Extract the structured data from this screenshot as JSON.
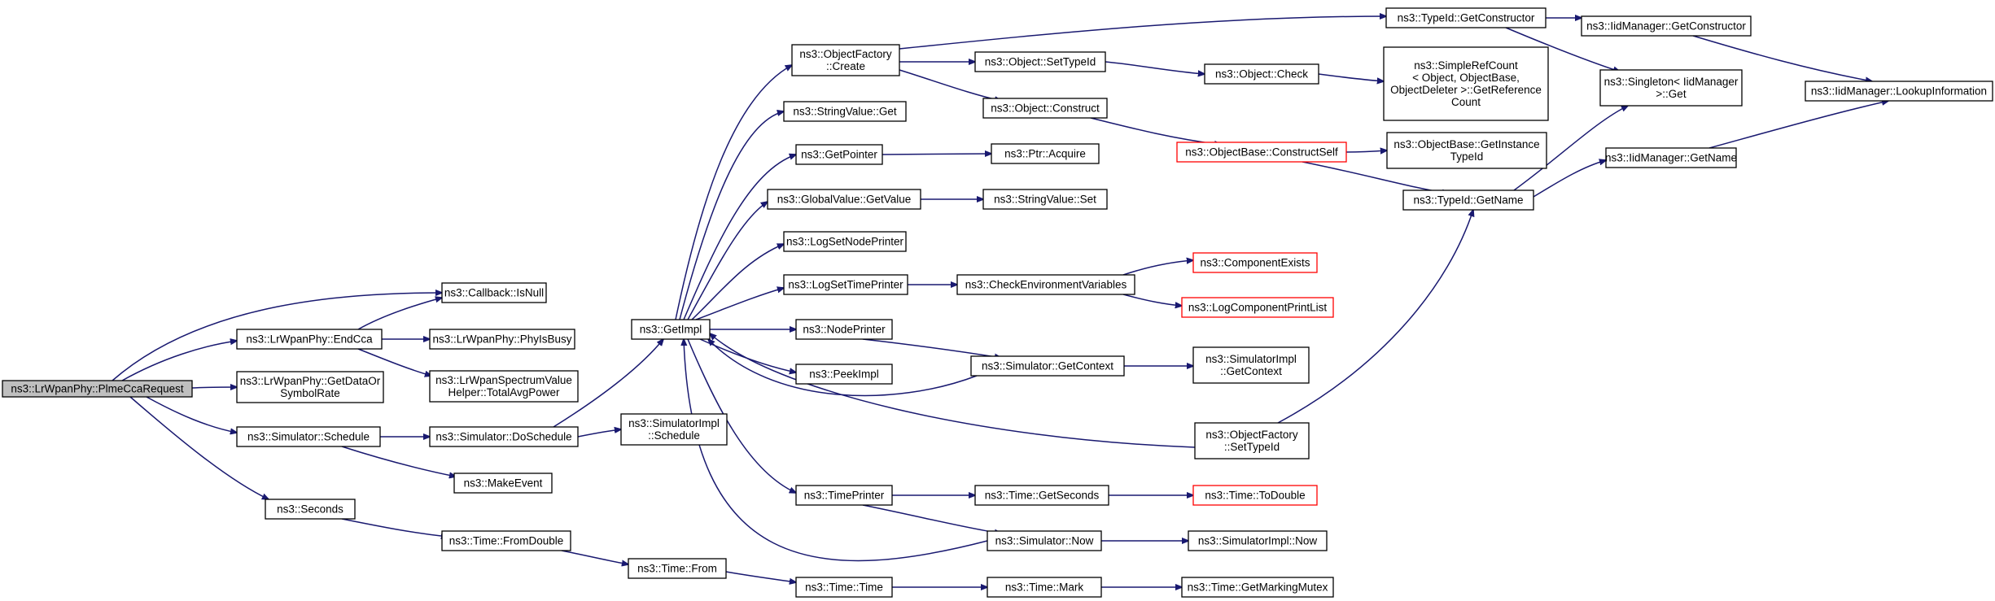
{
  "diagram": {
    "type": "call-graph",
    "colors": {
      "edge": "#191970",
      "root_fill": "#bfbfbf",
      "border": "#000000",
      "truncated_border": "#ff0000"
    },
    "nodes": [
      {
        "id": "n_root",
        "lines": [
          "ns3::LrWpanPhy::PlmeCcaRequest"
        ],
        "style": "root"
      },
      {
        "id": "n_isnull",
        "lines": [
          "ns3::Callback::IsNull"
        ]
      },
      {
        "id": "n_endcca",
        "lines": [
          "ns3::LrWpanPhy::EndCca"
        ]
      },
      {
        "id": "n_getdata",
        "lines": [
          "ns3::LrWpanPhy::GetDataOr",
          "SymbolRate"
        ]
      },
      {
        "id": "n_schedule",
        "lines": [
          "ns3::Simulator::Schedule"
        ]
      },
      {
        "id": "n_seconds",
        "lines": [
          "ns3::Seconds"
        ]
      },
      {
        "id": "n_phyisbusy",
        "lines": [
          "ns3::LrWpanPhy::PhyIsBusy"
        ]
      },
      {
        "id": "n_totalavg",
        "lines": [
          "ns3::LrWpanSpectrumValue",
          "Helper::TotalAvgPower"
        ]
      },
      {
        "id": "n_doschedule",
        "lines": [
          "ns3::Simulator::DoSchedule"
        ]
      },
      {
        "id": "n_makeevent",
        "lines": [
          "ns3::MakeEvent"
        ]
      },
      {
        "id": "n_fromdouble",
        "lines": [
          "ns3::Time::FromDouble"
        ]
      },
      {
        "id": "n_getimpl",
        "lines": [
          "ns3::GetImpl"
        ]
      },
      {
        "id": "n_simimplsched",
        "lines": [
          "ns3::SimulatorImpl",
          "::Schedule"
        ]
      },
      {
        "id": "n_from",
        "lines": [
          "ns3::Time::From"
        ]
      },
      {
        "id": "n_objfactcreate",
        "lines": [
          "ns3::ObjectFactory",
          "::Create"
        ]
      },
      {
        "id": "n_stringget",
        "lines": [
          "ns3::StringValue::Get"
        ]
      },
      {
        "id": "n_getpointer",
        "lines": [
          "ns3::GetPointer"
        ]
      },
      {
        "id": "n_globalget",
        "lines": [
          "ns3::GlobalValue::GetValue"
        ]
      },
      {
        "id": "n_lognode",
        "lines": [
          "ns3::LogSetNodePrinter"
        ]
      },
      {
        "id": "n_logtime",
        "lines": [
          "ns3::LogSetTimePrinter"
        ]
      },
      {
        "id": "n_nodeprinter",
        "lines": [
          "ns3::NodePrinter"
        ]
      },
      {
        "id": "n_peekimpl",
        "lines": [
          "ns3::PeekImpl"
        ]
      },
      {
        "id": "n_timeprinter",
        "lines": [
          "ns3::TimePrinter"
        ]
      },
      {
        "id": "n_timetime",
        "lines": [
          "ns3::Time::Time"
        ]
      },
      {
        "id": "n_settypeid",
        "lines": [
          "ns3::Object::SetTypeId"
        ]
      },
      {
        "id": "n_construct",
        "lines": [
          "ns3::Object::Construct"
        ]
      },
      {
        "id": "n_ptracquire",
        "lines": [
          "ns3::Ptr::Acquire"
        ]
      },
      {
        "id": "n_stringset",
        "lines": [
          "ns3::StringValue::Set"
        ]
      },
      {
        "id": "n_checkenv",
        "lines": [
          "ns3::CheckEnvironmentVariables"
        ]
      },
      {
        "id": "n_getcontext",
        "lines": [
          "ns3::Simulator::GetContext"
        ]
      },
      {
        "id": "n_getseconds",
        "lines": [
          "ns3::Time::GetSeconds"
        ]
      },
      {
        "id": "n_simnow",
        "lines": [
          "ns3::Simulator::Now"
        ]
      },
      {
        "id": "n_mark",
        "lines": [
          "ns3::Time::Mark"
        ]
      },
      {
        "id": "n_objcheck",
        "lines": [
          "ns3::Object::Check"
        ]
      },
      {
        "id": "n_constructself",
        "lines": [
          "ns3::ObjectBase::ConstructSelf"
        ],
        "style": "red"
      },
      {
        "id": "n_compexists",
        "lines": [
          "ns3::ComponentExists"
        ],
        "style": "red"
      },
      {
        "id": "n_logcomp",
        "lines": [
          "ns3::LogComponentPrintList"
        ],
        "style": "red"
      },
      {
        "id": "n_simimplctx",
        "lines": [
          "ns3::SimulatorImpl",
          "::GetContext"
        ]
      },
      {
        "id": "n_ofsettypeid",
        "lines": [
          "ns3::ObjectFactory",
          "::SetTypeId"
        ]
      },
      {
        "id": "n_todouble",
        "lines": [
          "ns3::Time::ToDouble"
        ],
        "style": "red"
      },
      {
        "id": "n_simimplnow",
        "lines": [
          "ns3::SimulatorImpl::Now"
        ]
      },
      {
        "id": "n_getmarking",
        "lines": [
          "ns3::Time::GetMarkingMutex"
        ]
      },
      {
        "id": "n_getconstructor",
        "lines": [
          "ns3::TypeId::GetConstructor"
        ]
      },
      {
        "id": "n_simpleref",
        "lines": [
          "ns3::SimpleRefCount",
          "< Object, ObjectBase,",
          "ObjectDeleter >::GetReference",
          "Count"
        ]
      },
      {
        "id": "n_getinstance",
        "lines": [
          "ns3::ObjectBase::GetInstance",
          "TypeId"
        ]
      },
      {
        "id": "n_getname",
        "lines": [
          "ns3::TypeId::GetName"
        ]
      },
      {
        "id": "n_iidgetconstructor",
        "lines": [
          "ns3::IidManager::GetConstructor"
        ]
      },
      {
        "id": "n_singleton",
        "lines": [
          "ns3::Singleton< IidManager",
          ">::Get"
        ]
      },
      {
        "id": "n_iidgetname",
        "lines": [
          "ns3::IidManager::GetName"
        ]
      },
      {
        "id": "n_lookup",
        "lines": [
          "ns3::IidManager::LookupInformation"
        ]
      }
    ],
    "edges": [
      [
        "n_root",
        "n_isnull"
      ],
      [
        "n_root",
        "n_endcca"
      ],
      [
        "n_root",
        "n_getdata"
      ],
      [
        "n_root",
        "n_schedule"
      ],
      [
        "n_root",
        "n_seconds"
      ],
      [
        "n_endcca",
        "n_isnull"
      ],
      [
        "n_endcca",
        "n_phyisbusy"
      ],
      [
        "n_endcca",
        "n_totalavg"
      ],
      [
        "n_schedule",
        "n_doschedule"
      ],
      [
        "n_schedule",
        "n_makeevent"
      ],
      [
        "n_seconds",
        "n_fromdouble"
      ],
      [
        "n_doschedule",
        "n_getimpl"
      ],
      [
        "n_doschedule",
        "n_simimplsched"
      ],
      [
        "n_fromdouble",
        "n_from"
      ],
      [
        "n_from",
        "n_timetime"
      ],
      [
        "n_getimpl",
        "n_objfactcreate"
      ],
      [
        "n_getimpl",
        "n_stringget"
      ],
      [
        "n_getimpl",
        "n_getpointer"
      ],
      [
        "n_getimpl",
        "n_globalget"
      ],
      [
        "n_getimpl",
        "n_lognode"
      ],
      [
        "n_getimpl",
        "n_logtime"
      ],
      [
        "n_getimpl",
        "n_nodeprinter"
      ],
      [
        "n_getimpl",
        "n_peekimpl"
      ],
      [
        "n_getimpl",
        "n_timeprinter"
      ],
      [
        "n_objfactcreate",
        "n_getconstructor"
      ],
      [
        "n_objfactcreate",
        "n_settypeid"
      ],
      [
        "n_objfactcreate",
        "n_construct"
      ],
      [
        "n_getpointer",
        "n_ptracquire"
      ],
      [
        "n_globalget",
        "n_stringset"
      ],
      [
        "n_logtime",
        "n_checkenv"
      ],
      [
        "n_nodeprinter",
        "n_getcontext"
      ],
      [
        "n_timeprinter",
        "n_getseconds"
      ],
      [
        "n_timeprinter",
        "n_simnow"
      ],
      [
        "n_timetime",
        "n_mark"
      ],
      [
        "n_settypeid",
        "n_objcheck"
      ],
      [
        "n_construct",
        "n_constructself"
      ],
      [
        "n_checkenv",
        "n_compexists"
      ],
      [
        "n_checkenv",
        "n_logcomp"
      ],
      [
        "n_getcontext",
        "n_getimpl"
      ],
      [
        "n_getcontext",
        "n_simimplctx"
      ],
      [
        "n_getseconds",
        "n_todouble"
      ],
      [
        "n_simnow",
        "n_getimpl"
      ],
      [
        "n_simnow",
        "n_simimplnow"
      ],
      [
        "n_mark",
        "n_getmarking"
      ],
      [
        "n_ofsettypeid",
        "n_getimpl"
      ],
      [
        "n_ofsettypeid",
        "n_getname"
      ],
      [
        "n_objcheck",
        "n_simpleref"
      ],
      [
        "n_constructself",
        "n_getinstance"
      ],
      [
        "n_constructself",
        "n_getname"
      ],
      [
        "n_getconstructor",
        "n_iidgetconstructor"
      ],
      [
        "n_getconstructor",
        "n_singleton"
      ],
      [
        "n_getname",
        "n_singleton"
      ],
      [
        "n_getname",
        "n_iidgetname"
      ],
      [
        "n_iidgetconstructor",
        "n_lookup"
      ],
      [
        "n_iidgetname",
        "n_lookup"
      ]
    ]
  }
}
